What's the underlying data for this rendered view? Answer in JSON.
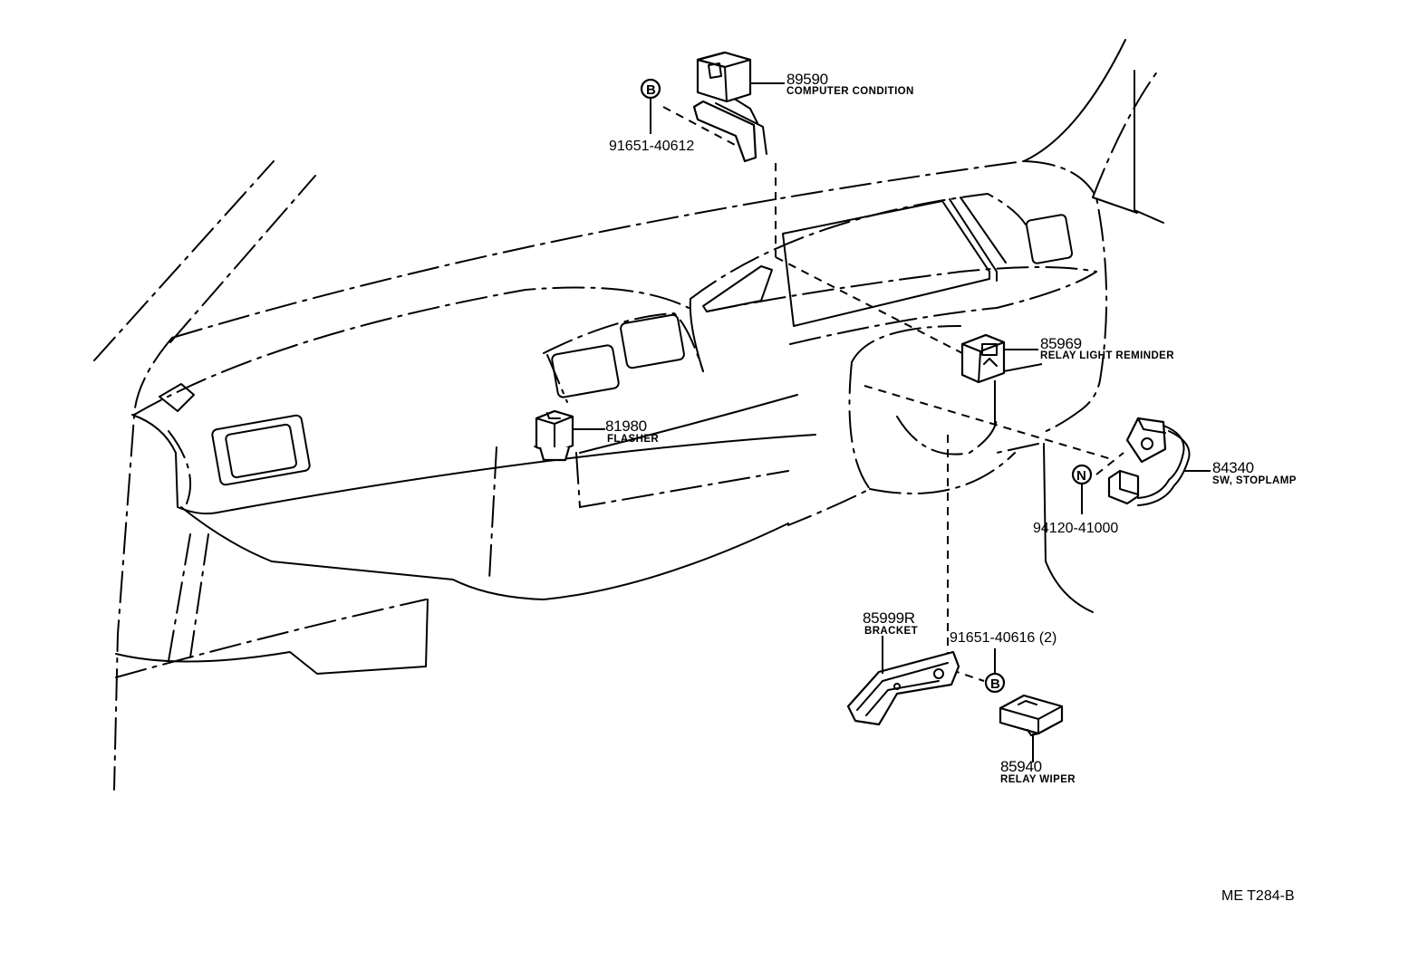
{
  "parts": [
    {
      "id": "computer-condition",
      "number": "89590",
      "name": "COMPUTER CONDITION"
    },
    {
      "id": "relay-light-reminder",
      "number": "85969",
      "name": "RELAY LIGHT REMINDER"
    },
    {
      "id": "flasher",
      "number": "81980",
      "name": "FLASHER"
    },
    {
      "id": "sw-stoplamp",
      "number": "84340",
      "name": "SW, STOPLAMP"
    },
    {
      "id": "bracket",
      "number": "85999R",
      "name": "BRACKET"
    },
    {
      "id": "relay-wiper",
      "number": "85940",
      "name": "RELAY WIPER"
    }
  ],
  "fasteners": [
    {
      "id": "bolt-top",
      "symbol": "B",
      "number": "91651-40612"
    },
    {
      "id": "nut-stoplamp",
      "symbol": "N",
      "number": "94120-41000"
    },
    {
      "id": "bolt-bracket",
      "symbol": "B",
      "number": "91651-40616 (2)"
    }
  ],
  "diagram_code": "ME T284-B"
}
